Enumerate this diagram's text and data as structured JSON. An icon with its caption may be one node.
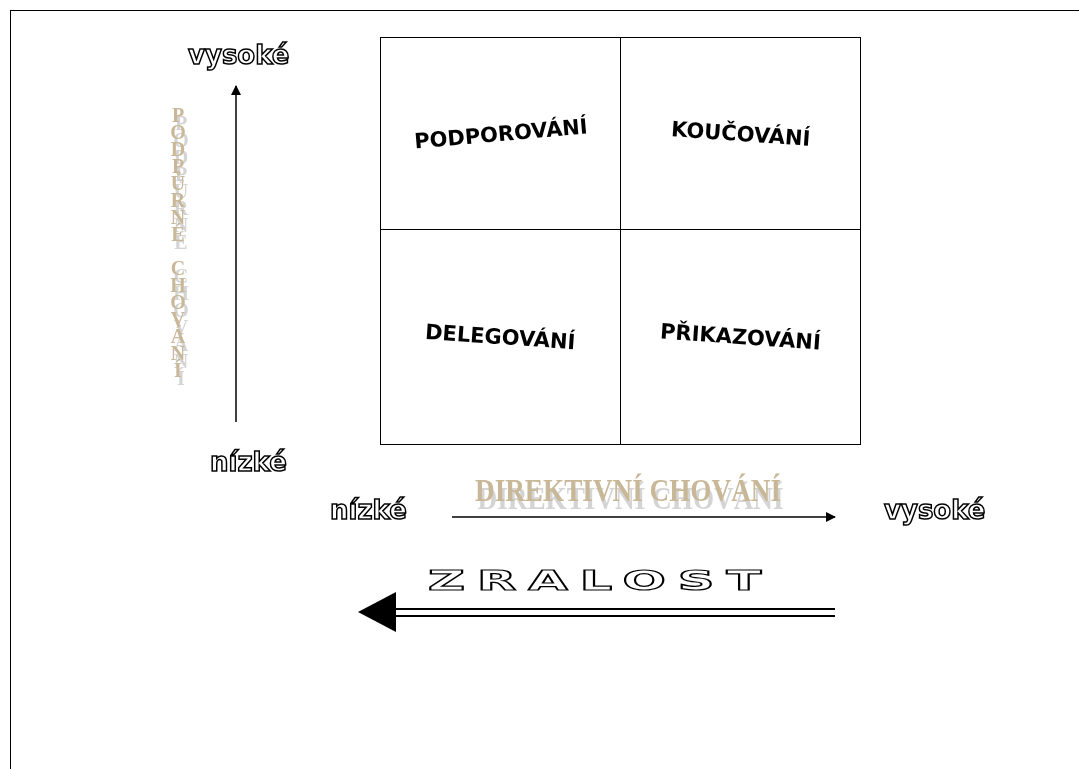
{
  "diagram": {
    "nodes": [
      {
        "text": [
          "PODPOROVÁNÍ"
        ]
      },
      {
        "text": [
          "KOUČOVÁNÍ"
        ]
      },
      {
        "text": [
          "DELEGOVÁNÍ"
        ]
      },
      {
        "text": [
          "PŘIKAZOVÁNÍ"
        ]
      }
    ],
    "labels": [
      "vysoké",
      "PODPŮRNÉ CHOVÁNÍ",
      "nízké",
      "nízké",
      "DIREKTIVNÍ CHOVÁNÍ",
      "vysoké",
      "ZRALOST"
    ]
  }
}
